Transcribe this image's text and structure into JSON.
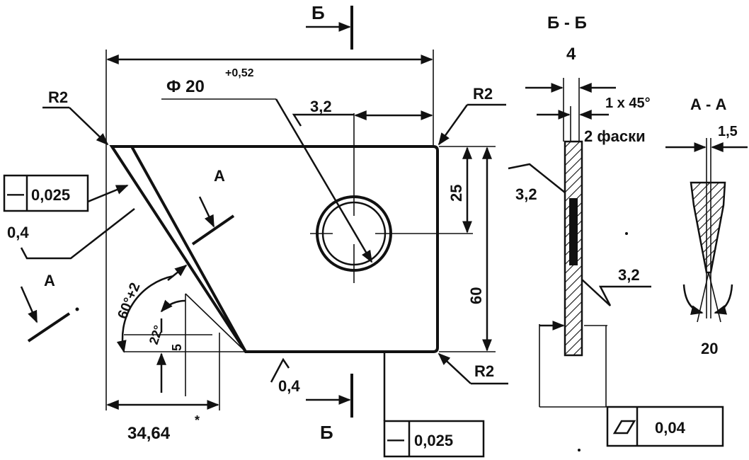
{
  "labels": {
    "section_b_top": "Б",
    "section_b_bottom": "Б",
    "section_a_mark": "А",
    "section_a_mark2": "А",
    "diameter": "Ф 20",
    "diameter_tol": "+0,52",
    "r_top_left": "R2",
    "r_top_right": "R2",
    "r_bottom_right": "R2",
    "rough_top": "3,2",
    "rough_left": "0,4",
    "rough_bottom": "0,4",
    "rough_side1": "3,2",
    "rough_side2": "3,2",
    "dim_25": "25",
    "dim_60": "60",
    "dim_3464": "34,64",
    "dim_3464_mark": "*",
    "angle_60": "60°+2",
    "angle_22": "22°",
    "dim_5": "5",
    "section_bb_title": "Б - Б",
    "thickness": "4",
    "chamfer": "1 x 45°",
    "chamfer_count": "2 фаски",
    "section_aa_title": "А - А",
    "dim_15": "1,5",
    "angle_20": "20",
    "flat_left_symbol": "—",
    "flat_left_value": "0,025",
    "flat_bottom_symbol": "—",
    "flat_bottom_value": "0,025",
    "flatness_value": "0,04"
  }
}
